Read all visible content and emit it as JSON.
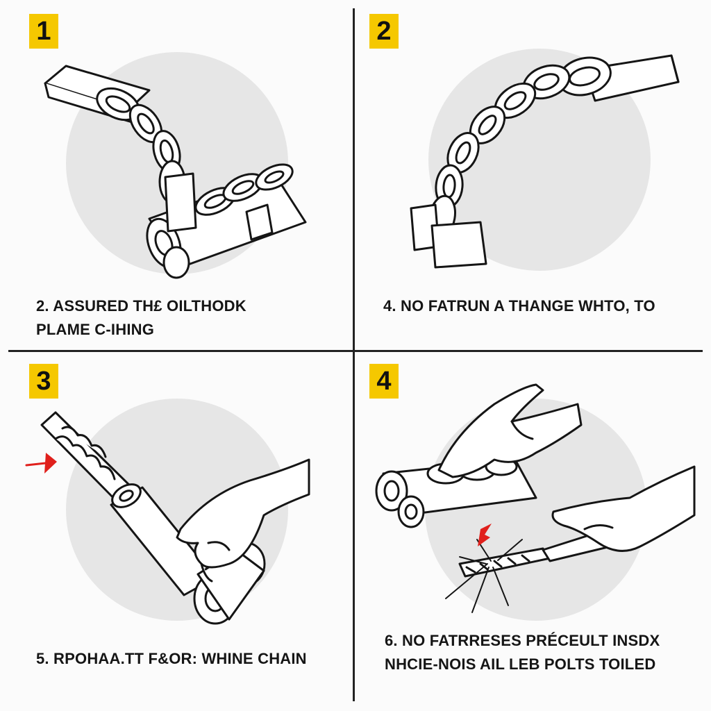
{
  "panels": [
    {
      "badge": "1",
      "caption_line1": "2. ASSURED TH£ OILTHODK",
      "caption_line2": "PLAME C-IHING"
    },
    {
      "badge": "2",
      "caption_line1": "4. NO FATRUN A THANGE  WHTO, TO",
      "caption_line2": ""
    },
    {
      "badge": "3",
      "caption_line1": "5. RPOHAA.TT F&OR: WHINE CHAIN",
      "caption_line2": ""
    },
    {
      "badge": "4",
      "caption_line1": "6. NO FATRRESES PRÉCEULT INSDX",
      "caption_line2": "NHCIE-NOIS AIL LEB POLTS TOILED"
    }
  ],
  "colors": {
    "badge": "#f5c800",
    "arrow": "#e0201c",
    "circle": "#e6e6e6",
    "line": "#151515"
  }
}
